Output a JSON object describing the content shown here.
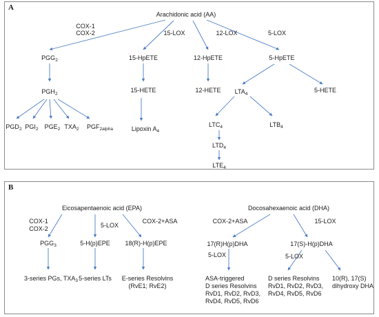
{
  "panelA": {
    "label": "A",
    "root": "Arachidonic acid (AA)",
    "cox": [
      "COX-1",
      "COX-2"
    ],
    "lox15": "15-LOX",
    "lox12": "12-LOX",
    "lox5": "5-LOX",
    "pgg": {
      "base": "PGG",
      "sub": "2"
    },
    "pgh": {
      "base": "PGH",
      "sub": "2"
    },
    "pgd": {
      "base": "PGD",
      "sub": "2"
    },
    "pgi": {
      "base": "PGI",
      "sub": "2"
    },
    "pge": {
      "base": "PGE",
      "sub": "2"
    },
    "txa": {
      "base": "TXA",
      "sub": "2"
    },
    "pgf": {
      "base": "PGF",
      "sub": "2alpha"
    },
    "hpete15": "15-HpETE",
    "hete15": "15-HETE",
    "lipoxin": {
      "base": "Lipoxin A",
      "sub": "4"
    },
    "hpete12": "12-HpETE",
    "hete12": "12-HETE",
    "hpete5": "5-HpETE",
    "hete5": "5-HETE",
    "lta": {
      "base": "LTA",
      "sub": "4"
    },
    "ltb": {
      "base": "LTB",
      "sub": "4"
    },
    "ltc": {
      "base": "LTC",
      "sub": "4"
    },
    "ltd": {
      "base": "LTD",
      "sub": "4"
    },
    "lte": {
      "base": "LTE",
      "sub": "4"
    }
  },
  "panelB": {
    "label": "B",
    "epa": "Eicosapentaenoic acid (EPA)",
    "dha": "Docosahexaenoic acid (DHA)",
    "cox": [
      "COX-1",
      "COX-2"
    ],
    "lox5_epa": "5-LOX",
    "cox2asa_epa": "COX-2+ASA",
    "pgg3": {
      "base": "PGG",
      "sub": "3"
    },
    "hpepe5": "5-H(p)EPE",
    "hpepe18": "18(R)-H(p)EPE",
    "pgs3": {
      "base": "3-series PGs, TXA",
      "sub": "3"
    },
    "lts5": "5-series LTs",
    "eseries": [
      "E-series Resolvins",
      "(RvE1; RvE2)"
    ],
    "cox2asa_dha": "COX-2+ASA",
    "lox15": "15-LOX",
    "hdha17r": "17(R)H(p)DHA",
    "hdha17s": "17(S)-H(p)DHA",
    "lox5_left": "5-LOX",
    "lox5_right": "5-LOX",
    "asa_trig": [
      "ASA-triggered",
      "D series Resolvins",
      "RvD1, RvD2, RvD3,",
      "RvD4, RvD5, RvD6"
    ],
    "dseries": [
      "D series Resolvins",
      "RvD1, RvD2, RvD3,",
      "RvD4, RvD5, RvD6"
    ],
    "dihydroxy": [
      "10(R), 17(S)",
      "dihydroxy DHA"
    ]
  }
}
